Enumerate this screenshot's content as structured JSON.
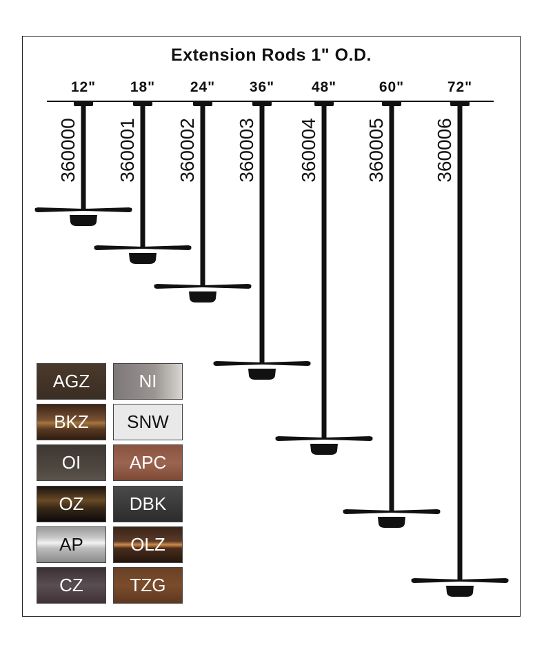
{
  "title": "Extension Rods 1\" O.D.",
  "rods": [
    {
      "length": "12\"",
      "part": "360000"
    },
    {
      "length": "18\"",
      "part": "360001"
    },
    {
      "length": "24\"",
      "part": "360002"
    },
    {
      "length": "36\"",
      "part": "360003"
    },
    {
      "length": "48\"",
      "part": "360004"
    },
    {
      "length": "60\"",
      "part": "360005"
    },
    {
      "length": "72\"",
      "part": "360006"
    }
  ],
  "finishes": [
    {
      "code": "AGZ",
      "bg": "linear-gradient(#4a3a2c,#3a2d22)",
      "text": "#ffffff"
    },
    {
      "code": "NI",
      "bg": "linear-gradient(90deg,#7d7878,#9a9593 60%,#d8d6d0)",
      "text": "#ffffff"
    },
    {
      "code": "BKZ",
      "bg": "linear-gradient(#3a2416,#7a5232 45%,#a7763f 52%,#5a3a22 70%,#2e1c10)",
      "text": "#ffffff"
    },
    {
      "code": "SNW",
      "bg": "#e9e9e9",
      "text": "#111111"
    },
    {
      "code": "OI",
      "bg": "linear-gradient(#3e3832,#4d463f 60%,#5a534c)",
      "text": "#ffffff"
    },
    {
      "code": "APC",
      "bg": "linear-gradient(#8a5340,#9b6450 50%,#7d4a36)",
      "text": "#ffffff"
    },
    {
      "code": "OZ",
      "bg": "linear-gradient(#1a140e,#6a4a26 40%,#3a2a18 60%,#0d0b09)",
      "text": "#ffffff"
    },
    {
      "code": "DBK",
      "bg": "linear-gradient(#4a4a4a,#2c2c2c)",
      "text": "#ffffff"
    },
    {
      "code": "AP",
      "bg": "linear-gradient(#9a9a9a,#c8c8c8 30%,#f2f2f2 45%,#bdbdbd 60%,#8a8a8a)",
      "text": "#111111"
    },
    {
      "code": "OLZ",
      "bg": "linear-gradient(#3a2418,#5a3a28 40%,#d08a4a 50%,#4a2c1c 60%,#24160e)",
      "text": "#ffffff"
    },
    {
      "code": "CZ",
      "bg": "linear-gradient(#3a3034,#5a4e52 50%,#3e3236)",
      "text": "#ffffff"
    },
    {
      "code": "TZG",
      "bg": "linear-gradient(#6a4026,#7a4c2c 50%,#5e3820)",
      "text": "#ffffff"
    }
  ]
}
